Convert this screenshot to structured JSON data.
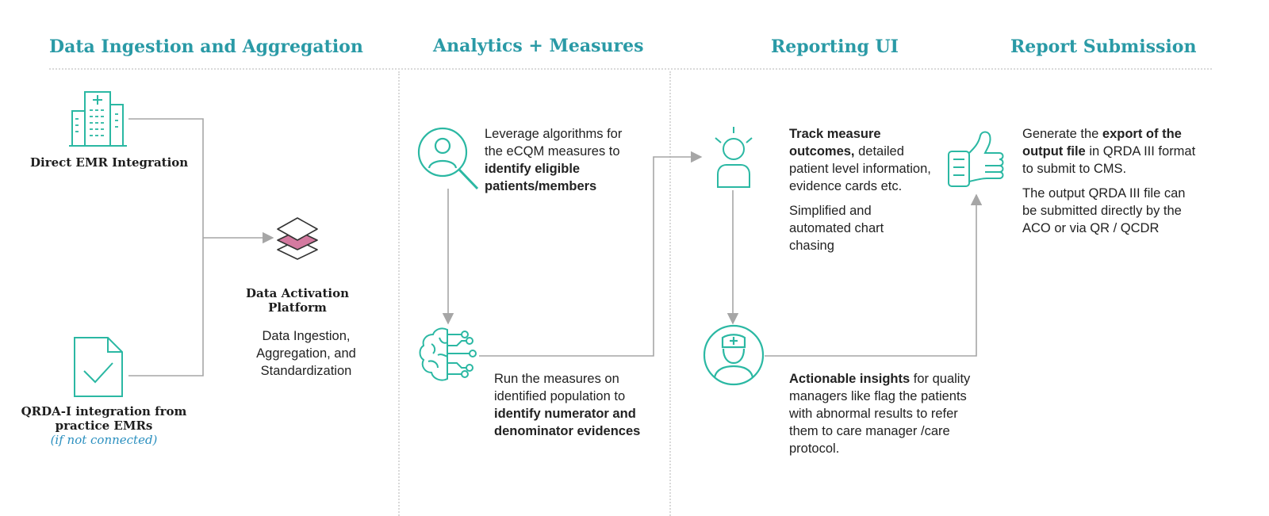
{
  "headings": {
    "ingestion": "Data Ingestion and Aggregation",
    "analytics": "Analytics + Measures",
    "reporting": "Reporting UI",
    "submission": "Report Submission"
  },
  "ingestion": {
    "emr_label": "Direct EMR Integration",
    "qrda_label": "QRDA-I integration from practice EMRs",
    "qrda_note": "(if not connected)",
    "platform_title": "Data Activation Platform",
    "platform_desc": "Data Ingestion, Aggregation, and Standardization"
  },
  "analytics": {
    "step1_pre": "Leverage algorithms for the eCQM measures to ",
    "step1_bold": "identify eligible patients/members",
    "step2_pre": "Run the measures on identified population to ",
    "step2_bold": "identify numerator and denominator evidences"
  },
  "reporting": {
    "track_bold": "Track measure outcomes,",
    "track_rest": " detailed patient level information, evidence cards etc.",
    "simplified": "Simplified and automated chart chasing",
    "insights_bold": "Actionable insights",
    "insights_rest": " for quality managers like flag the patients with abnormal results to refer them to care manager /care protocol."
  },
  "submission": {
    "gen_pre": "Generate the ",
    "gen_bold": "export of the output file",
    "gen_post": " in QRDA III format to submit to CMS.",
    "output_text": "The output QRDA III file can be submitted directly by the ACO or via QR / QCDR"
  },
  "colors": {
    "teal": "#2bb8a3",
    "heading_teal": "#2a9aa6",
    "connector_gray": "#a6a6a6",
    "layer_pink": "#d47aa0",
    "note_blue": "#2a8fbf"
  },
  "icons": {
    "emr": "hospital-building-icon",
    "qrda": "document-check-icon",
    "platform": "layers-stack-icon",
    "algorithm": "user-search-icon",
    "measures": "brain-circuit-icon",
    "track": "user-idea-icon",
    "insights": "nurse-icon",
    "export": "thumbs-up-icon"
  }
}
